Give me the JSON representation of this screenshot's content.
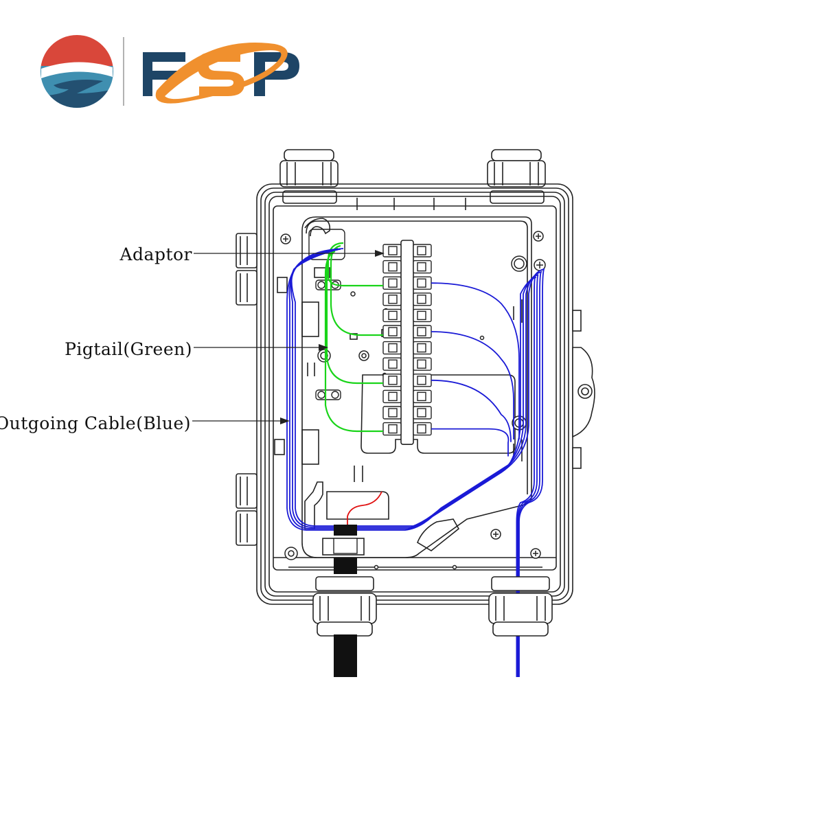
{
  "brand": {
    "name": "FSP",
    "colors": {
      "red": "#d9473a",
      "teal": "#3f8fb0",
      "navy": "#1e4566",
      "orange": "#f0902e"
    }
  },
  "diagram": {
    "callouts": [
      {
        "id": "adaptor",
        "label": "Adaptor"
      },
      {
        "id": "pigtail",
        "label": "Pigtail(Green)"
      },
      {
        "id": "outgoing",
        "label": "Outgoing Cable(Blue)"
      }
    ],
    "colors": {
      "outline": "#222222",
      "pigtail": "#19d419",
      "cable": "#1a1ad6",
      "drop": "#e01010",
      "trunk": "#111111"
    },
    "adaptor_count": 12,
    "cable_ports": [
      3,
      6,
      9,
      12
    ],
    "pigtail_ports": [
      3,
      6,
      9,
      12
    ],
    "icons": {
      "gland": "cable-gland-icon",
      "screw": "screw-icon",
      "latch": "latch-icon"
    }
  }
}
